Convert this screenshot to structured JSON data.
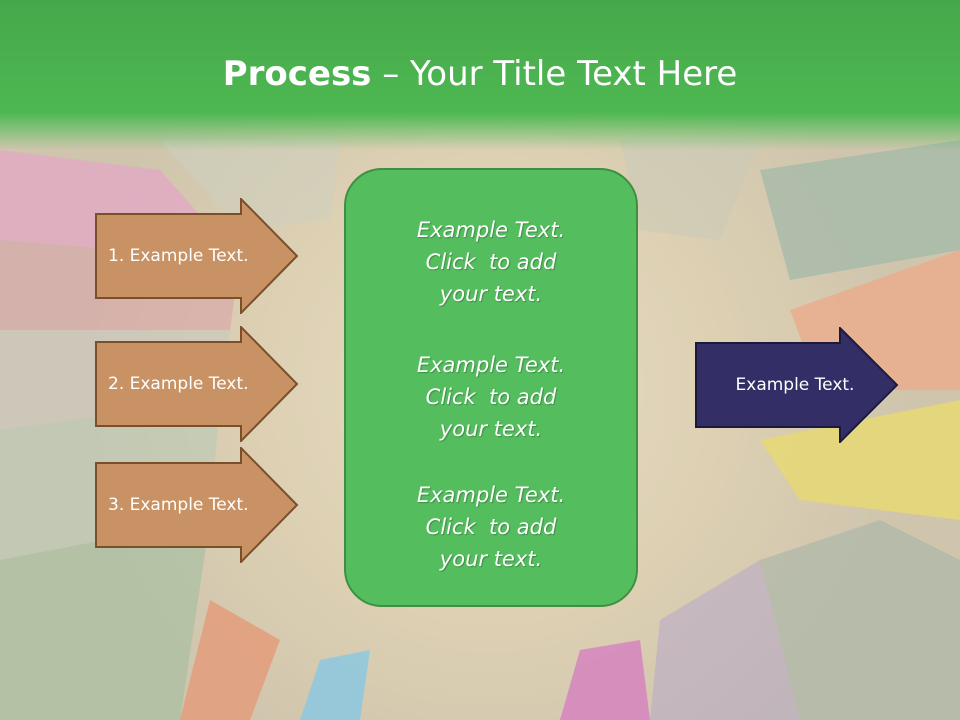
{
  "title": {
    "bold": "Process",
    "rest": " – Your Title Text Here"
  },
  "left_steps": [
    {
      "label": "1. Example Text."
    },
    {
      "label": "2. Example Text."
    },
    {
      "label": "3. Example Text."
    }
  ],
  "center_blocks": [
    {
      "lines": [
        "Example Text.",
        "Click  to add",
        "your text."
      ]
    },
    {
      "lines": [
        "Example Text.",
        "Click  to add",
        "your text."
      ]
    },
    {
      "lines": [
        "Example Text.",
        "Click  to add",
        "your text."
      ]
    }
  ],
  "right_arrow": {
    "label": "Example Text."
  },
  "colors": {
    "header_green": "#46a84a",
    "center_box": "#54bd5e",
    "left_arrow_fill": "#c89264",
    "right_arrow_fill": "#332f66"
  }
}
